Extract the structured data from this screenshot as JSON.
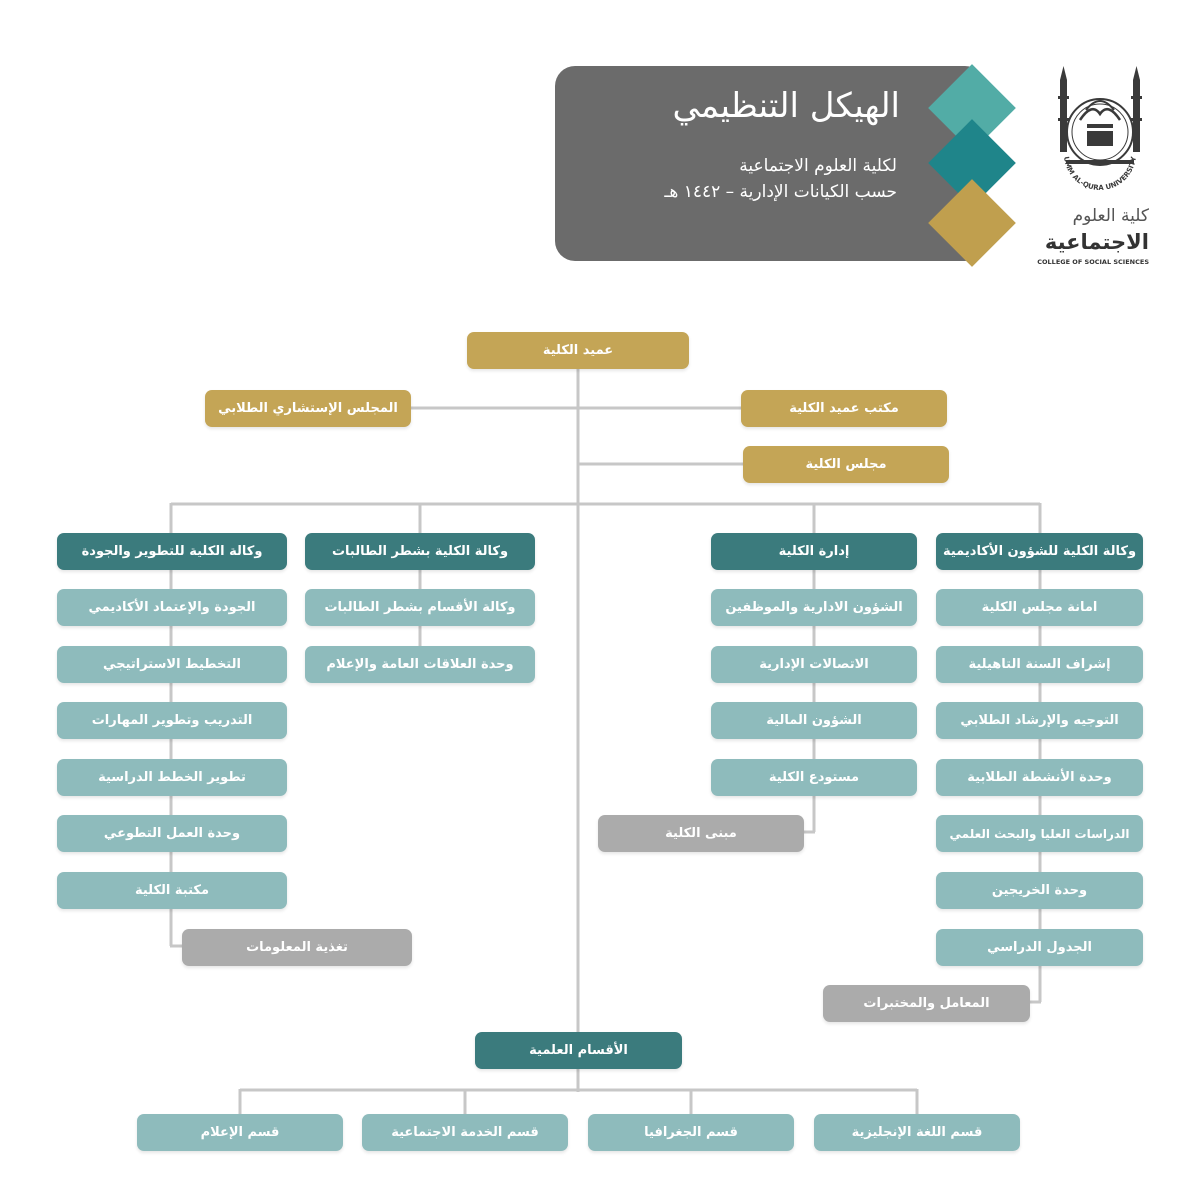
{
  "header": {
    "title": "الهيكل التنظيمي",
    "subtitle_line1": "لكلية العلوم الاجتماعية",
    "subtitle_line2": "حسب الكيانات الإدارية – ١٤٤٢ هـ"
  },
  "logo": {
    "name_line1": "كلية العلوم",
    "name_line2": "الاجتماعية",
    "name_en": "COLLEGE OF SOCIAL SCIENCES",
    "seal_text": "UMM AL-QURA UNIVERSITY"
  },
  "colors": {
    "gold": "#c4a556",
    "dark_teal": "#3b7b7d",
    "light_teal": "#8ebbbc",
    "gray": "#ababab",
    "panel": "#6b6b6b"
  },
  "top": {
    "dean": "عميد الكلية",
    "student_council": "المجلس الإستشاري الطلابي",
    "dean_office": "مكتب عميد الكلية",
    "college_council": "مجلس الكلية"
  },
  "branches": {
    "development": {
      "head": "وكالة الكلية للتطوير والجودة",
      "items": [
        "الجودة والإعتماد الأكاديمي",
        "التخطيط الاستراتيجي",
        "التدريب وتطوير المهارات",
        "تطوير الخطط الدراسية",
        "وحدة العمل التطوعي",
        "مكتبة الكلية"
      ],
      "sub": "تغذية المعلومات"
    },
    "female": {
      "head": "وكالة الكلية بشطر الطالبات",
      "items": [
        "وكالة الأقسام بشطر الطالبات",
        "وحدة العلاقات العامة والإعلام"
      ]
    },
    "admin": {
      "head": "إدارة الكلية",
      "items": [
        "الشؤون الادارية والموظفين",
        "الاتصالات الإدارية",
        "الشؤون المالية",
        "مستودع الكلية"
      ],
      "sub": "مبنى الكلية"
    },
    "academic": {
      "head": "وكالة الكلية للشؤون الأكاديمية",
      "items": [
        "امانة مجلس الكلية",
        "إشراف السنة التاهيلية",
        "التوجيه والإرشاد الطلابي",
        "وحدة الأنشطة الطلابية",
        "الدراسات العليا والبحث العلمي",
        "وحدة الخريجين",
        "الجدول الدراسي"
      ],
      "sub": "المعامل والمختبرات"
    }
  },
  "departments": {
    "head": "الأقسام العلمية",
    "items": [
      "قسم الإعلام",
      "قسم الخدمة الاجتماعية",
      "قسم الجغرافيا",
      "قسم اللغة الإنجليزية"
    ]
  }
}
